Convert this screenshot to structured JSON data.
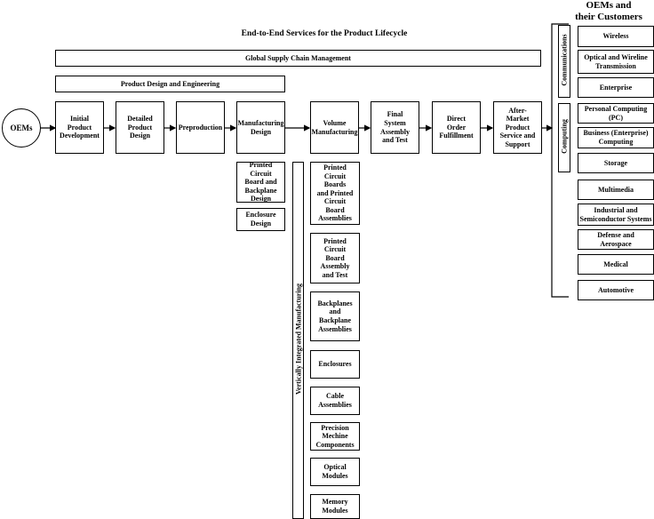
{
  "title": "End-to-End Services for the Product Lifecycle",
  "oems_customers_header": "OEMs and\ntheir Customers",
  "supply_chain": "Global Supply Chain Management",
  "product_design": "Product Design and Engineering",
  "oems": "OEMs",
  "flow": [
    "Initial\nProduct\nDevelopment",
    "Detailed\nProduct\nDesign",
    "Preproduction",
    "Manufacturing\nDesign",
    "Volume\nManufacturing",
    "Final\nSystem\nAssembly\nand Test",
    "Direct\nOrder\nFulfillment",
    "After-\nMarket\nProduct\nService and\nSupport"
  ],
  "design_subitems": [
    "Printed Circuit\nBoard and\nBackplane\nDesign",
    "Enclosure\nDesign"
  ],
  "vertical_label": "Vertically Integrated Manufacturing",
  "manufacturing_subitems": [
    "Printed\nCircuit\nBoards\nand Printed\nCircuit\nBoard\nAssemblies",
    "Printed\nCircuit\nBoard\nAssembly\nand Test",
    "Backplanes\nand\nBackplane\nAssemblies",
    "Enclosures",
    "Cable\nAssemblies",
    "Precision\nMechine\nComponents",
    "Optical\nModules",
    "Memory\nModules"
  ],
  "communications_label": "Communications",
  "computing_label": "Computing",
  "customers": [
    "Wireless",
    "Optical and Wireline\nTransmission",
    "Enterprise",
    "Personal Computing\n(PC)",
    "Business (Enterprise)\nComputing",
    "Storage",
    "Multimedia",
    "Industrial and\nSemiconductor Systems",
    "Defense and\nAerospace",
    "Medical",
    "Automotive"
  ]
}
